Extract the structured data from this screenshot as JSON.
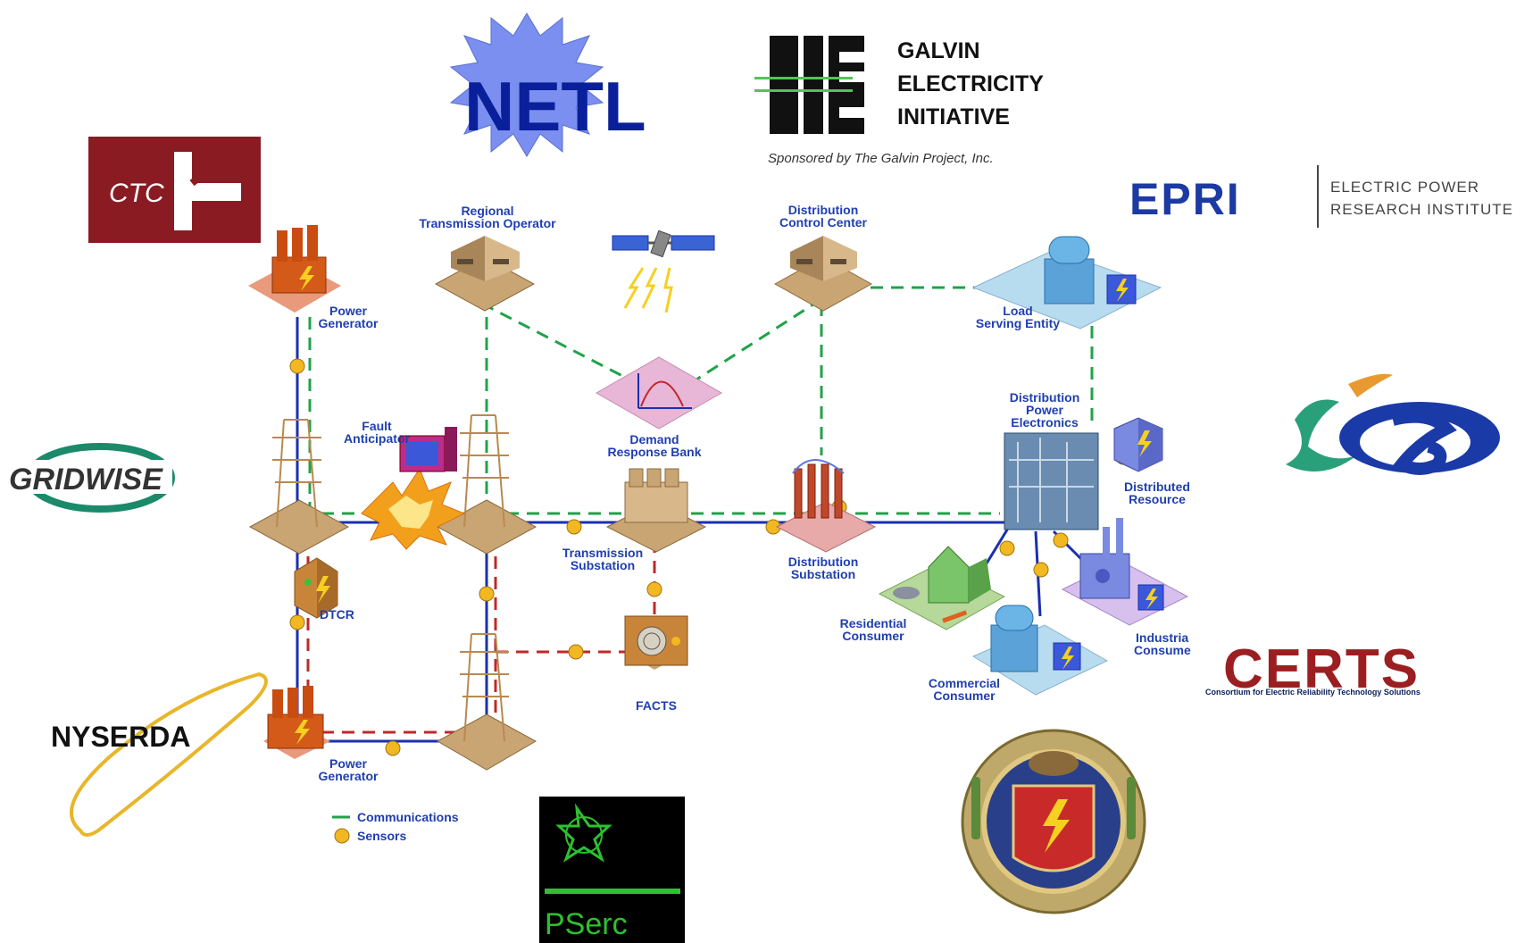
{
  "logos": {
    "netl": {
      "text": "NETL"
    },
    "galvin": {
      "line1": "GALVIN",
      "line2": "ELECTRICITY",
      "line3": "INITIATIVE",
      "sponsor": "Sponsored by The Galvin Project, Inc."
    },
    "ctc": {
      "text": "CTC"
    },
    "epri": {
      "mark": "EPRI",
      "line1": "ELECTRIC POWER",
      "line2": "RESEARCH INSTITUTE"
    },
    "gridwise": {
      "text": "GRIDWISE"
    },
    "nyserda": {
      "text": "NYSERDA"
    },
    "certs": {
      "mark": "CERTS",
      "sub": "Consortium for Electric Reliability Technology Solutions"
    },
    "pserc": {
      "text": "PSerc"
    }
  },
  "nodes": {
    "power_generator_top": {
      "line1": "Power",
      "line2": "Generator"
    },
    "regional_transmission": {
      "line1": "Regional",
      "line2": "Transmission Operator"
    },
    "distribution_control": {
      "line1": "Distribution",
      "line2": "Control Center"
    },
    "load_serving": {
      "line1": "Load",
      "line2": "Serving Entity"
    },
    "fault_anticipator": {
      "line1": "Fault",
      "line2": "Anticipator"
    },
    "demand_response": {
      "line1": "Demand",
      "line2": "Response Bank"
    },
    "distribution_power_electronics": {
      "line1": "Distribution",
      "line2": "Power",
      "line3": "Electronics"
    },
    "distributed_resource": {
      "line1": "Distributed",
      "line2": "Resource"
    },
    "transmission_substation": {
      "line1": "Transmission",
      "line2": "Substation"
    },
    "distribution_substation": {
      "line1": "Distribution",
      "line2": "Substation"
    },
    "dtcr": {
      "line1": "DTCR"
    },
    "facts": {
      "line1": "FACTS"
    },
    "residential_consumer": {
      "line1": "Residential",
      "line2": "Consumer"
    },
    "industrial_consumer": {
      "line1": "Industria",
      "line2": "Consume"
    },
    "commercial_consumer": {
      "line1": "Commercial",
      "line2": "Consumer"
    },
    "power_generator_bottom": {
      "line1": "Power",
      "line2": "Generator"
    }
  },
  "legend": {
    "communications": "Communications",
    "sensors": "Sensors"
  },
  "colors": {
    "power_line": "#1a2fb0",
    "comm_line": "#1fa34a",
    "control_line": "#c0282a",
    "sensor": "#f2b822",
    "label": "#1f3fb0",
    "ctc_bg": "#8a1b23",
    "epri_blue": "#1c3aa3",
    "certs_red": "#9b1f21"
  }
}
